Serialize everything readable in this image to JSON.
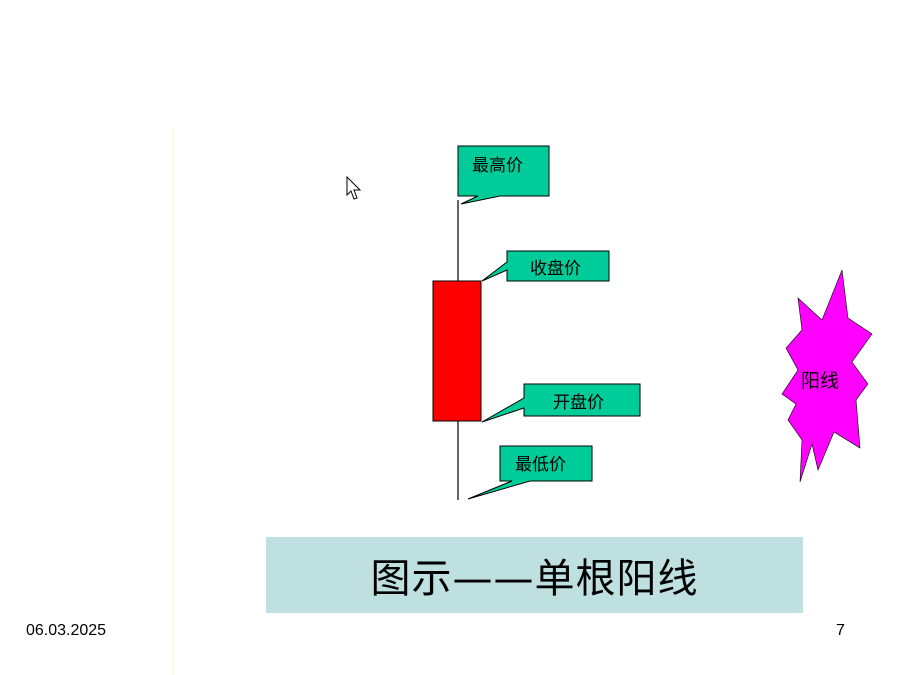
{
  "colors": {
    "candle_body": "#ff0000",
    "callout_fill": "#00cc99",
    "burst_fill": "#ff00ff",
    "title_bg": "#bfe0e0"
  },
  "diagram": {
    "callouts": {
      "high": "最高价",
      "close": "收盘价",
      "open": "开盘价",
      "low": "最低价"
    },
    "burst_label": "阳线",
    "cursor_icon": "arrow-cursor-icon"
  },
  "title": "图示——单根阳线",
  "footer": {
    "date": "06.03.2025",
    "page": "7"
  }
}
